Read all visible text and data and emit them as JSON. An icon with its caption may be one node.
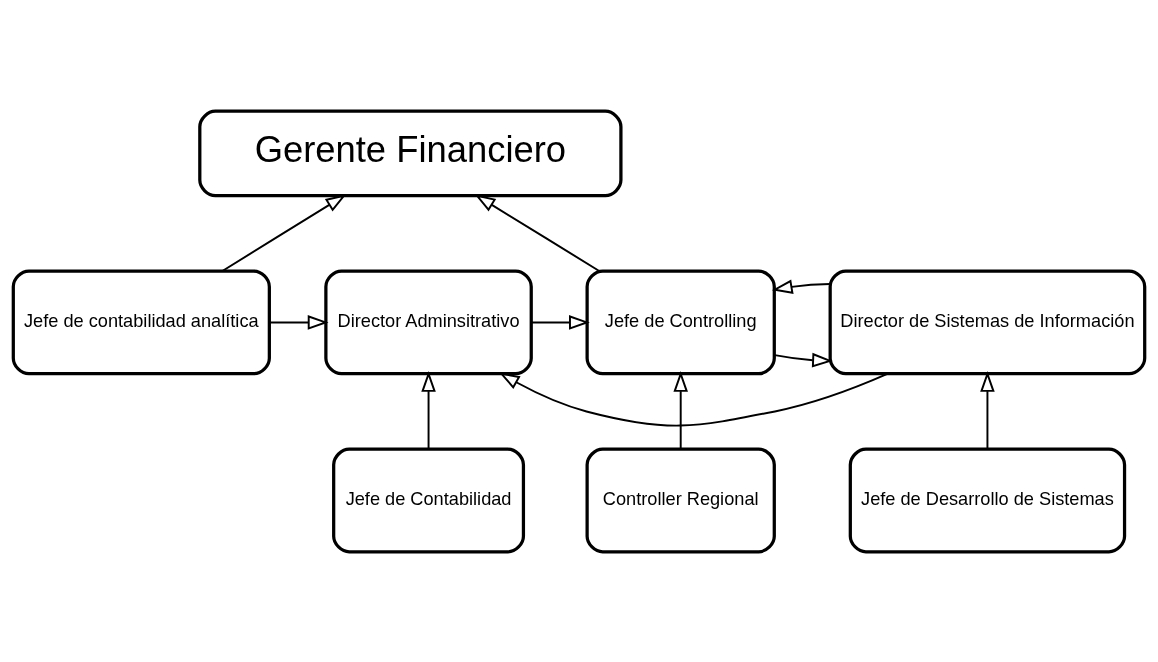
{
  "diagram": {
    "nodes": [
      {
        "text": [
          "Gerente Financiero"
        ]
      },
      {
        "text": [
          "Jefe de contabilidad analítica"
        ]
      },
      {
        "text": [
          "Director Adminsitrativo"
        ]
      },
      {
        "text": [
          "Director de Sistemas de Información"
        ]
      },
      {
        "text": [
          "Jefe de Controlling"
        ]
      },
      {
        "text": [
          "Jefe de Contabilidad"
        ]
      },
      {
        "text": [
          "Jefe de Desarrollo de Sistemas"
        ]
      },
      {
        "text": [
          "Controller Regional"
        ]
      }
    ],
    "edges": [
      {
        "from": 1,
        "to": 0,
        "arrow": "to"
      },
      {
        "from": 4,
        "to": 0,
        "arrow": "to"
      },
      {
        "from": 1,
        "to": 2,
        "arrow": "to"
      },
      {
        "from": 3,
        "to": 2,
        "arrow": "to"
      },
      {
        "from": 3,
        "to": 4,
        "arrow": "to"
      },
      {
        "from": 4,
        "to": 3,
        "arrow": "to"
      },
      {
        "from": 5,
        "to": 2,
        "arrow": "to"
      },
      {
        "from": 6,
        "to": 3,
        "arrow": "to"
      },
      {
        "from": 7,
        "to": 4,
        "arrow": "to"
      },
      {
        "from": 2,
        "to": 4,
        "arrow": "to"
      }
    ]
  }
}
